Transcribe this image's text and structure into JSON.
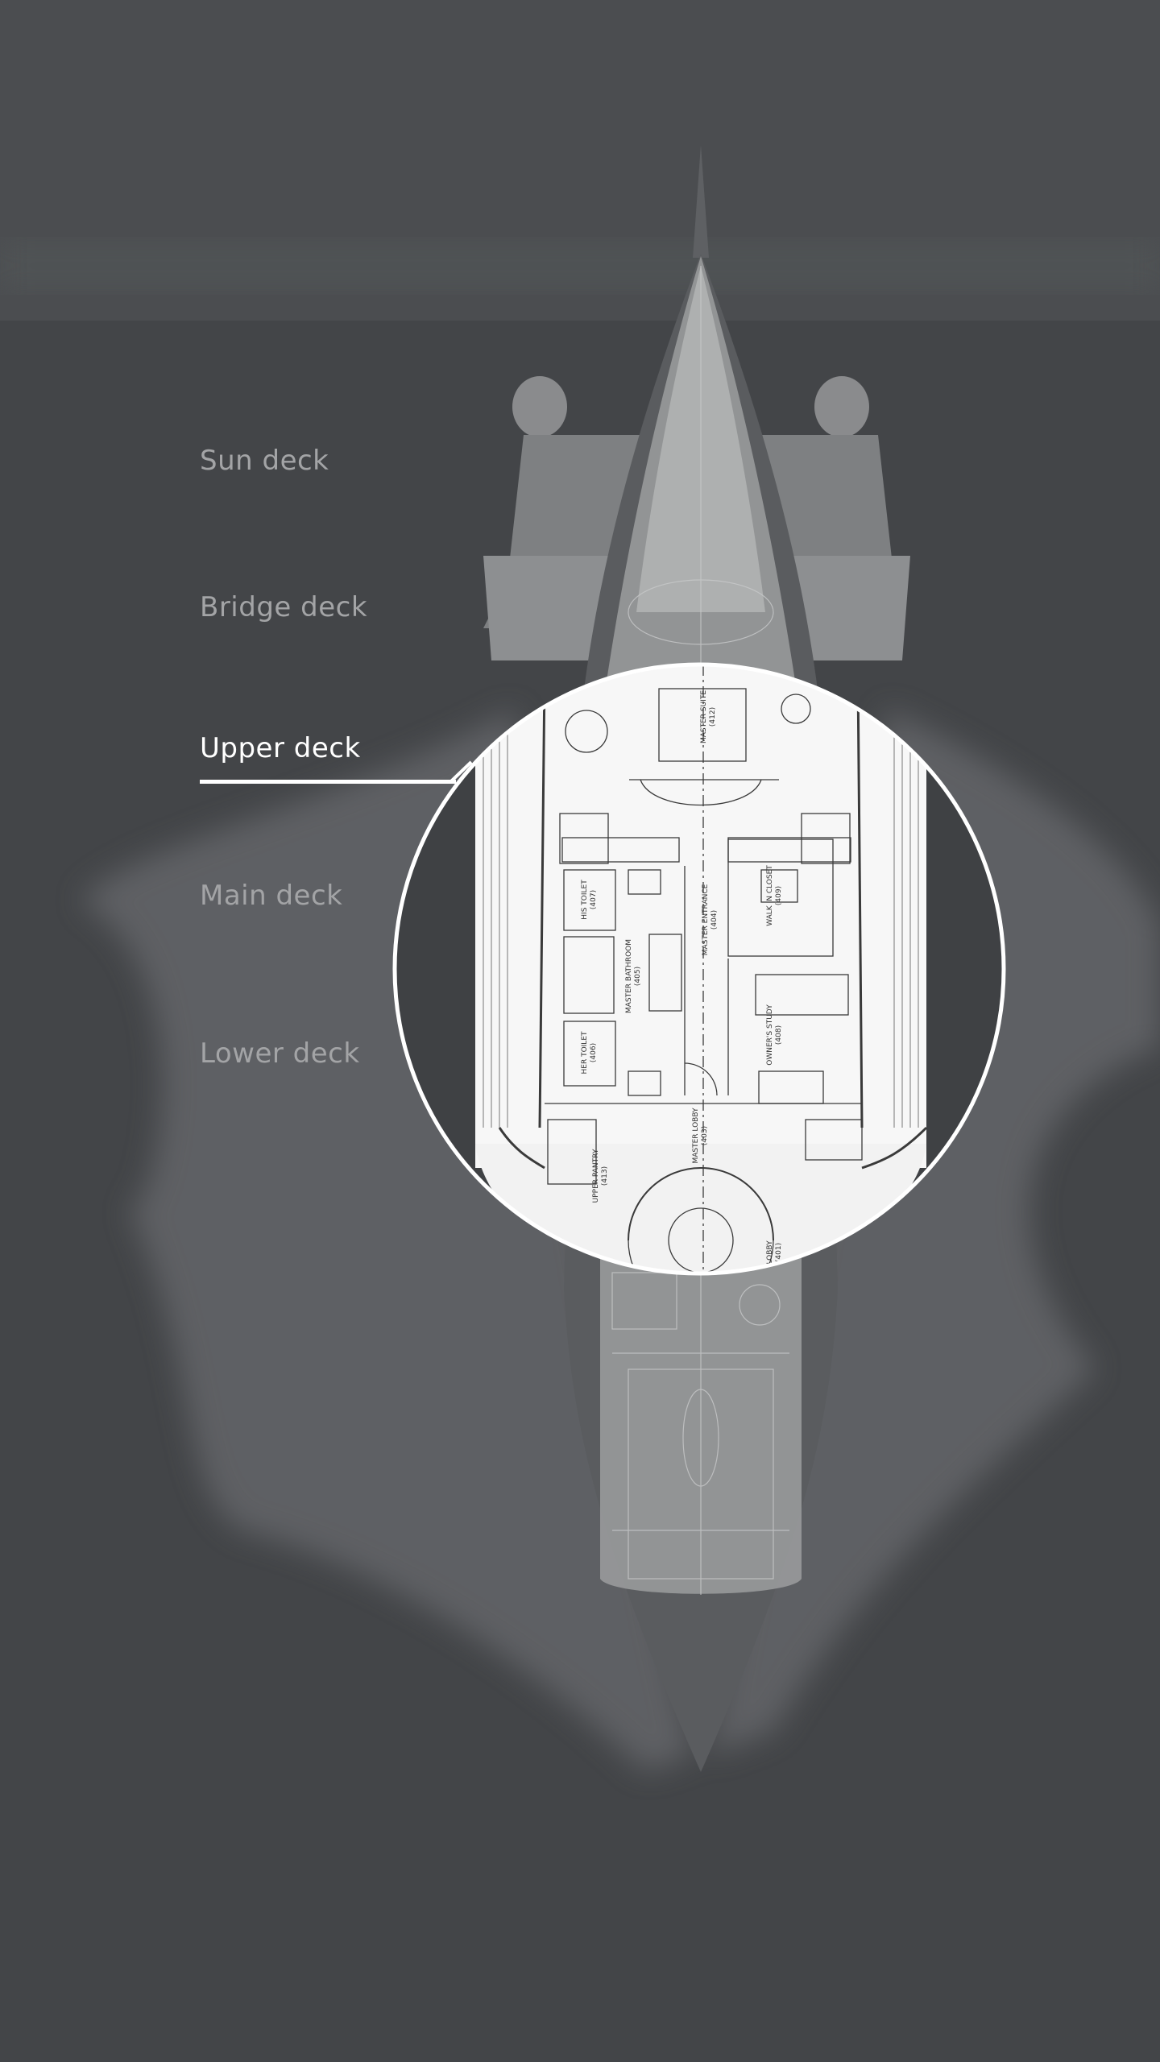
{
  "decks": [
    {
      "label": "Sun deck",
      "active": false
    },
    {
      "label": "Bridge deck",
      "active": false
    },
    {
      "label": "Upper deck",
      "active": true
    },
    {
      "label": "Main deck",
      "active": false
    },
    {
      "label": "Lower deck",
      "active": false
    }
  ],
  "floorplan": {
    "rooms": [
      {
        "name": "MASTER SUITE",
        "code": "(412)"
      },
      {
        "name": "MASTER ENTRANCE",
        "code": "(404)"
      },
      {
        "name": "MASTER BATHROOM",
        "code": "(405)"
      },
      {
        "name": "WALK IN CLOSET",
        "code": "(409)"
      },
      {
        "name": "HIS TOILET",
        "code": "(407)"
      },
      {
        "name": "HER TOILET",
        "code": "(406)"
      },
      {
        "name": "OWNER'S STUDY",
        "code": "(408)"
      },
      {
        "name": "MASTER LOBBY",
        "code": "(403)"
      },
      {
        "name": "UPPER PANTRY",
        "code": "(413)"
      },
      {
        "name": "LOBBY",
        "code": "(401)"
      }
    ]
  },
  "colors": {
    "background": "#46484b",
    "inactive_label": "#a3a4a6",
    "active_label": "#ffffff"
  }
}
